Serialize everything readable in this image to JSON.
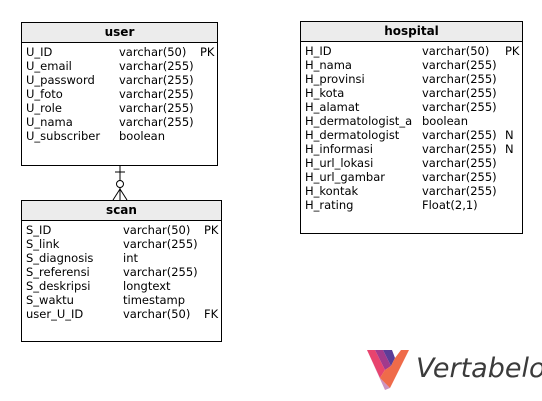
{
  "tables": {
    "user": {
      "name": "user",
      "columns": [
        {
          "name": "U_ID",
          "type": "varchar(50)",
          "key": "PK"
        },
        {
          "name": "U_email",
          "type": "varchar(255)",
          "key": ""
        },
        {
          "name": "U_password",
          "type": "varchar(255)",
          "key": ""
        },
        {
          "name": "U_foto",
          "type": "varchar(255)",
          "key": ""
        },
        {
          "name": "U_role",
          "type": "varchar(255)",
          "key": ""
        },
        {
          "name": "U_nama",
          "type": "varchar(255)",
          "key": ""
        },
        {
          "name": "U_subscriber",
          "type": "boolean",
          "key": ""
        }
      ]
    },
    "scan": {
      "name": "scan",
      "columns": [
        {
          "name": "S_ID",
          "type": "varchar(50)",
          "key": "PK"
        },
        {
          "name": "S_link",
          "type": "varchar(255)",
          "key": ""
        },
        {
          "name": "S_diagnosis",
          "type": "int",
          "key": ""
        },
        {
          "name": "S_referensi",
          "type": "varchar(255)",
          "key": ""
        },
        {
          "name": "S_deskripsi",
          "type": "longtext",
          "key": ""
        },
        {
          "name": "S_waktu",
          "type": "timestamp",
          "key": ""
        },
        {
          "name": "user_U_ID",
          "type": "varchar(50)",
          "key": "FK"
        }
      ]
    },
    "hospital": {
      "name": "hospital",
      "columns": [
        {
          "name": "H_ID",
          "type": "varchar(50)",
          "key": "PK"
        },
        {
          "name": "H_nama",
          "type": "varchar(255)",
          "key": ""
        },
        {
          "name": "H_provinsi",
          "type": "varchar(255)",
          "key": ""
        },
        {
          "name": "H_kota",
          "type": "varchar(255)",
          "key": ""
        },
        {
          "name": "H_alamat",
          "type": "varchar(255)",
          "key": ""
        },
        {
          "name": "H_dermatologist_a",
          "type": "boolean",
          "key": ""
        },
        {
          "name": "H_dermatologist",
          "type": "varchar(255)",
          "key": "N"
        },
        {
          "name": "H_informasi",
          "type": "varchar(255)",
          "key": "N"
        },
        {
          "name": "H_url_lokasi",
          "type": "varchar(255)",
          "key": ""
        },
        {
          "name": "H_url_gambar",
          "type": "varchar(255)",
          "key": ""
        },
        {
          "name": "H_kontak",
          "type": "varchar(255)",
          "key": ""
        },
        {
          "name": "H_rating",
          "type": "Float(2,1)",
          "key": ""
        }
      ]
    }
  },
  "relationship": {
    "from": "user",
    "to": "scan",
    "notation": "one-to-zero-or-many"
  },
  "logo": {
    "text": "Vertabelo",
    "colors": [
      "#e8446e",
      "#a23a8c",
      "#5b3d98",
      "#ef6b4a"
    ]
  }
}
